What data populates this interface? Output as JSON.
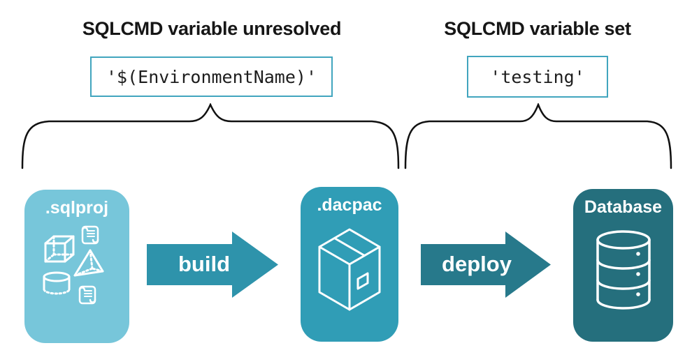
{
  "annotations": {
    "left": {
      "heading": "SQLCMD variable unresolved",
      "code": "'$(EnvironmentName)'"
    },
    "right": {
      "heading": "SQLCMD variable set",
      "code": "'testing'"
    }
  },
  "pipeline": {
    "nodes": [
      {
        "label": ".sqlproj",
        "icon": "sql-objects-icon"
      },
      {
        "label": ".dacpac",
        "icon": "package-icon"
      },
      {
        "label": "Database",
        "icon": "database-icon"
      }
    ],
    "arrows": [
      {
        "label": "build"
      },
      {
        "label": "deploy"
      }
    ]
  },
  "colors": {
    "sqlproj_fill": "#77C6DA",
    "dacpac_fill": "#309DB6",
    "database_fill": "#256F7D",
    "build_arrow": "#2E93AB",
    "deploy_arrow": "#27798B",
    "code_border": "#41A5BE",
    "brace_stroke": "#111111",
    "heading_text": "#161616"
  }
}
